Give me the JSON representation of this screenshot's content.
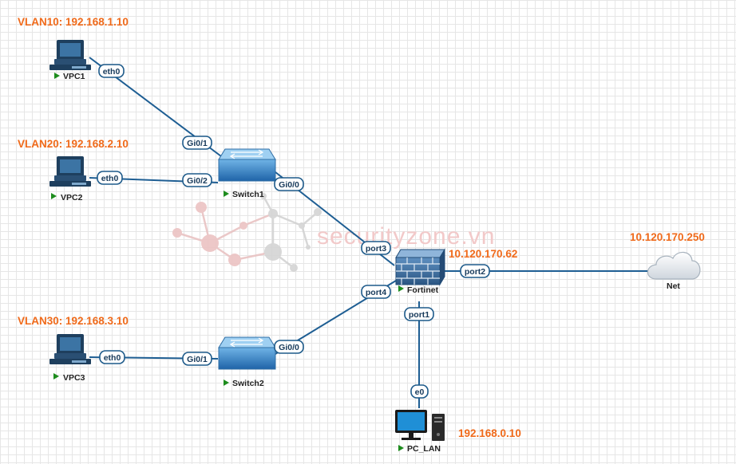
{
  "watermark": "securityzone.vn",
  "ip_labels": {
    "vlan10": "VLAN10: 192.168.1.10",
    "vlan20": "VLAN20: 192.168.2.10",
    "vlan30": "VLAN30: 192.168.3.10",
    "fortinet_ip": "10.120.170.62",
    "net_ip": "10.120.170.250",
    "pclan_ip": "192.168.0.10"
  },
  "nodes": {
    "vpc1": "VPC1",
    "vpc2": "VPC2",
    "vpc3": "VPC3",
    "switch1": "Switch1",
    "switch2": "Switch2",
    "fortinet": "Fortinet",
    "net": "Net",
    "pc_lan": "PC_LAN"
  },
  "ports": {
    "vpc1_eth0": "eth0",
    "vpc2_eth0": "eth0",
    "vpc3_eth0": "eth0",
    "sw1_gi01": "Gi0/1",
    "sw1_gi02": "Gi0/2",
    "sw1_gi00": "Gi0/0",
    "sw2_gi01": "Gi0/1",
    "sw2_gi00": "Gi0/0",
    "fg_port3": "port3",
    "fg_port4": "port4",
    "fg_port2": "port2",
    "fg_port1": "port1",
    "pclan_e0": "e0"
  },
  "colors": {
    "ip_label": "#f06a1a",
    "link": "#1e5e93",
    "status_running": "#1d8c1d"
  }
}
